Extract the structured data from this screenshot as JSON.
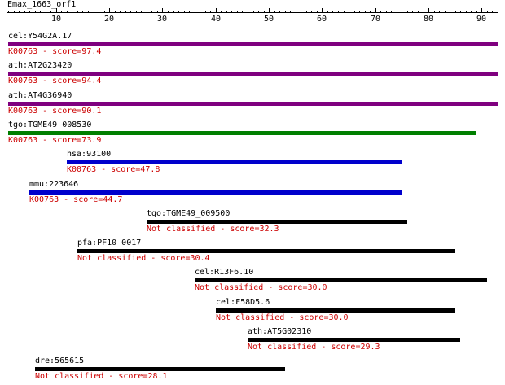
{
  "query": {
    "name": "Emax_1663_orf1",
    "length": 93
  },
  "ruler": {
    "labels": [
      "10",
      "20",
      "30",
      "40",
      "50",
      "60",
      "70",
      "80",
      "90"
    ]
  },
  "colors": {
    "purple": "#7f007f",
    "green": "#007f00",
    "blue": "#0000cc",
    "black": "#000000",
    "score_text": "#cc0000"
  },
  "hits": [
    {
      "name": "cel:Y54G2A.17",
      "start": 1,
      "end": 93,
      "color": "purple",
      "label": "K00763 - score=97.4"
    },
    {
      "name": "ath:AT2G23420",
      "start": 1,
      "end": 93,
      "color": "purple",
      "label": "K00763 - score=94.4"
    },
    {
      "name": "ath:AT4G36940",
      "start": 1,
      "end": 93,
      "color": "purple",
      "label": "K00763 - score=90.1"
    },
    {
      "name": "tgo:TGME49_008530",
      "start": 1,
      "end": 89,
      "color": "green",
      "label": "K00763 - score=73.9"
    },
    {
      "name": "hsa:93100",
      "start": 12,
      "end": 75,
      "color": "blue",
      "label": "K00763 - score=47.8"
    },
    {
      "name": "mmu:223646",
      "start": 5,
      "end": 75,
      "color": "blue",
      "label": "K00763 - score=44.7"
    },
    {
      "name": "tgo:TGME49_009500",
      "start": 27,
      "end": 76,
      "color": "black",
      "label": "Not classified - score=32.3"
    },
    {
      "name": "pfa:PF10_0017",
      "start": 14,
      "end": 85,
      "color": "black",
      "label": "Not classified - score=30.4"
    },
    {
      "name": "cel:R13F6.10",
      "start": 36,
      "end": 91,
      "color": "black",
      "label": "Not classified - score=30.0"
    },
    {
      "name": "cel:F58D5.6",
      "start": 40,
      "end": 85,
      "color": "black",
      "label": "Not classified - score=30.0"
    },
    {
      "name": "ath:AT5G02310",
      "start": 46,
      "end": 86,
      "color": "black",
      "label": "Not classified - score=29.3"
    },
    {
      "name": "dre:565615",
      "start": 6,
      "end": 53,
      "color": "black",
      "label": "Not classified - score=28.1"
    }
  ]
}
